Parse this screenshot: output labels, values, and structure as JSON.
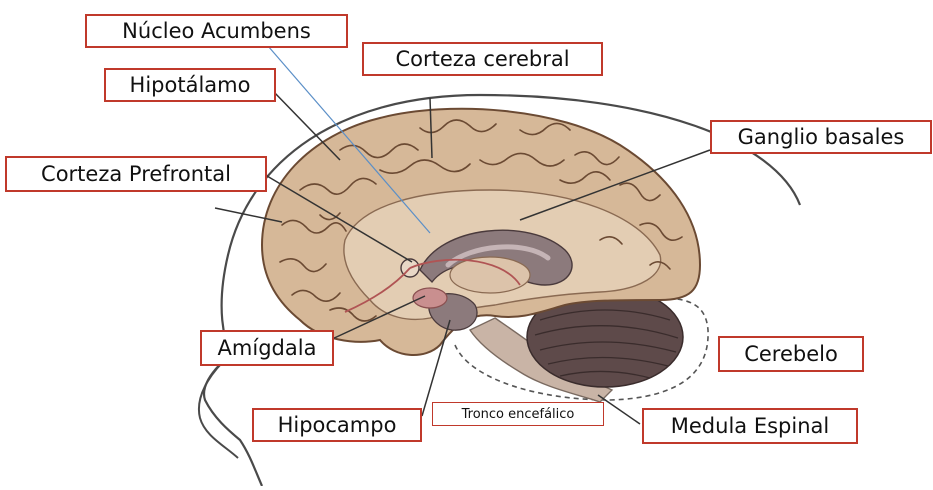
{
  "diagram": {
    "labels": {
      "nucleo_acumbens": "Núcleo Acumbens",
      "corteza_cerebral": "Corteza cerebral",
      "hipotalamo": "Hipotálamo",
      "corteza_prefrontal": "Corteza Prefrontal",
      "ganglio_basales": "Ganglio basales",
      "amigdala": "Amígdala",
      "cerebelo": "Cerebelo",
      "hipocampo": "Hipocampo",
      "tronco_encefalico": "Tronco encefálico",
      "medula_espinal": "Medula Espinal"
    },
    "colors": {
      "label_border": "#c0392b",
      "cortex_fill": "#d6b898",
      "cortex_shade": "#b8906e",
      "gyri_stroke": "#6b4a33",
      "inner_fill": "#e3cdb3",
      "cerebellum_fill": "#5e4a4a",
      "limbic_fill": "#8c7a7c",
      "amygdala_fill": "#c98f8f",
      "leader_line": "#333333",
      "accumbens_line": "#5b8fc7"
    }
  }
}
